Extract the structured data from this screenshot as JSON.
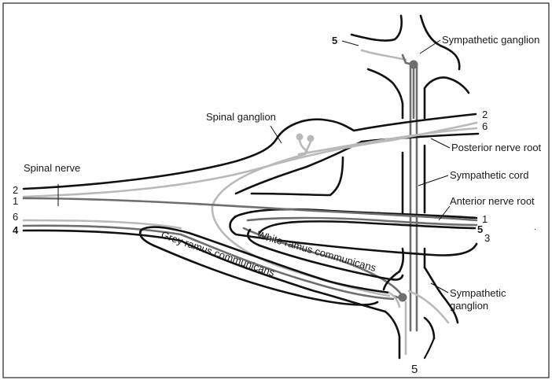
{
  "labels": {
    "sympathetic_ganglion_top": "Sympathetic ganglion",
    "spinal_ganglion": "Spinal ganglion",
    "posterior_nerve_root": "Posterior nerve root",
    "sympathetic_cord": "Sympathetic cord",
    "anterior_nerve_root": "Anterior nerve root",
    "spinal_nerve": "Spinal nerve",
    "white_ramus": "White ramus communicans",
    "grey_ramus": "Grey ramus communicans",
    "sympathetic_ganglion_bottom_1": "Sympathetic",
    "sympathetic_ganglion_bottom_2": "ganglion"
  },
  "numbers": {
    "top_5": "5",
    "right_2": "2",
    "right_6": "6",
    "right_1": "1",
    "right_5": "5",
    "right_3": "3",
    "left_2": "2",
    "left_1": "1",
    "left_6": "6",
    "left_4": "4",
    "bottom_5": "5"
  },
  "colors": {
    "outline": "#111111",
    "light_fiber": "#b9b9b9",
    "dark_fiber": "#6e6e6e"
  }
}
